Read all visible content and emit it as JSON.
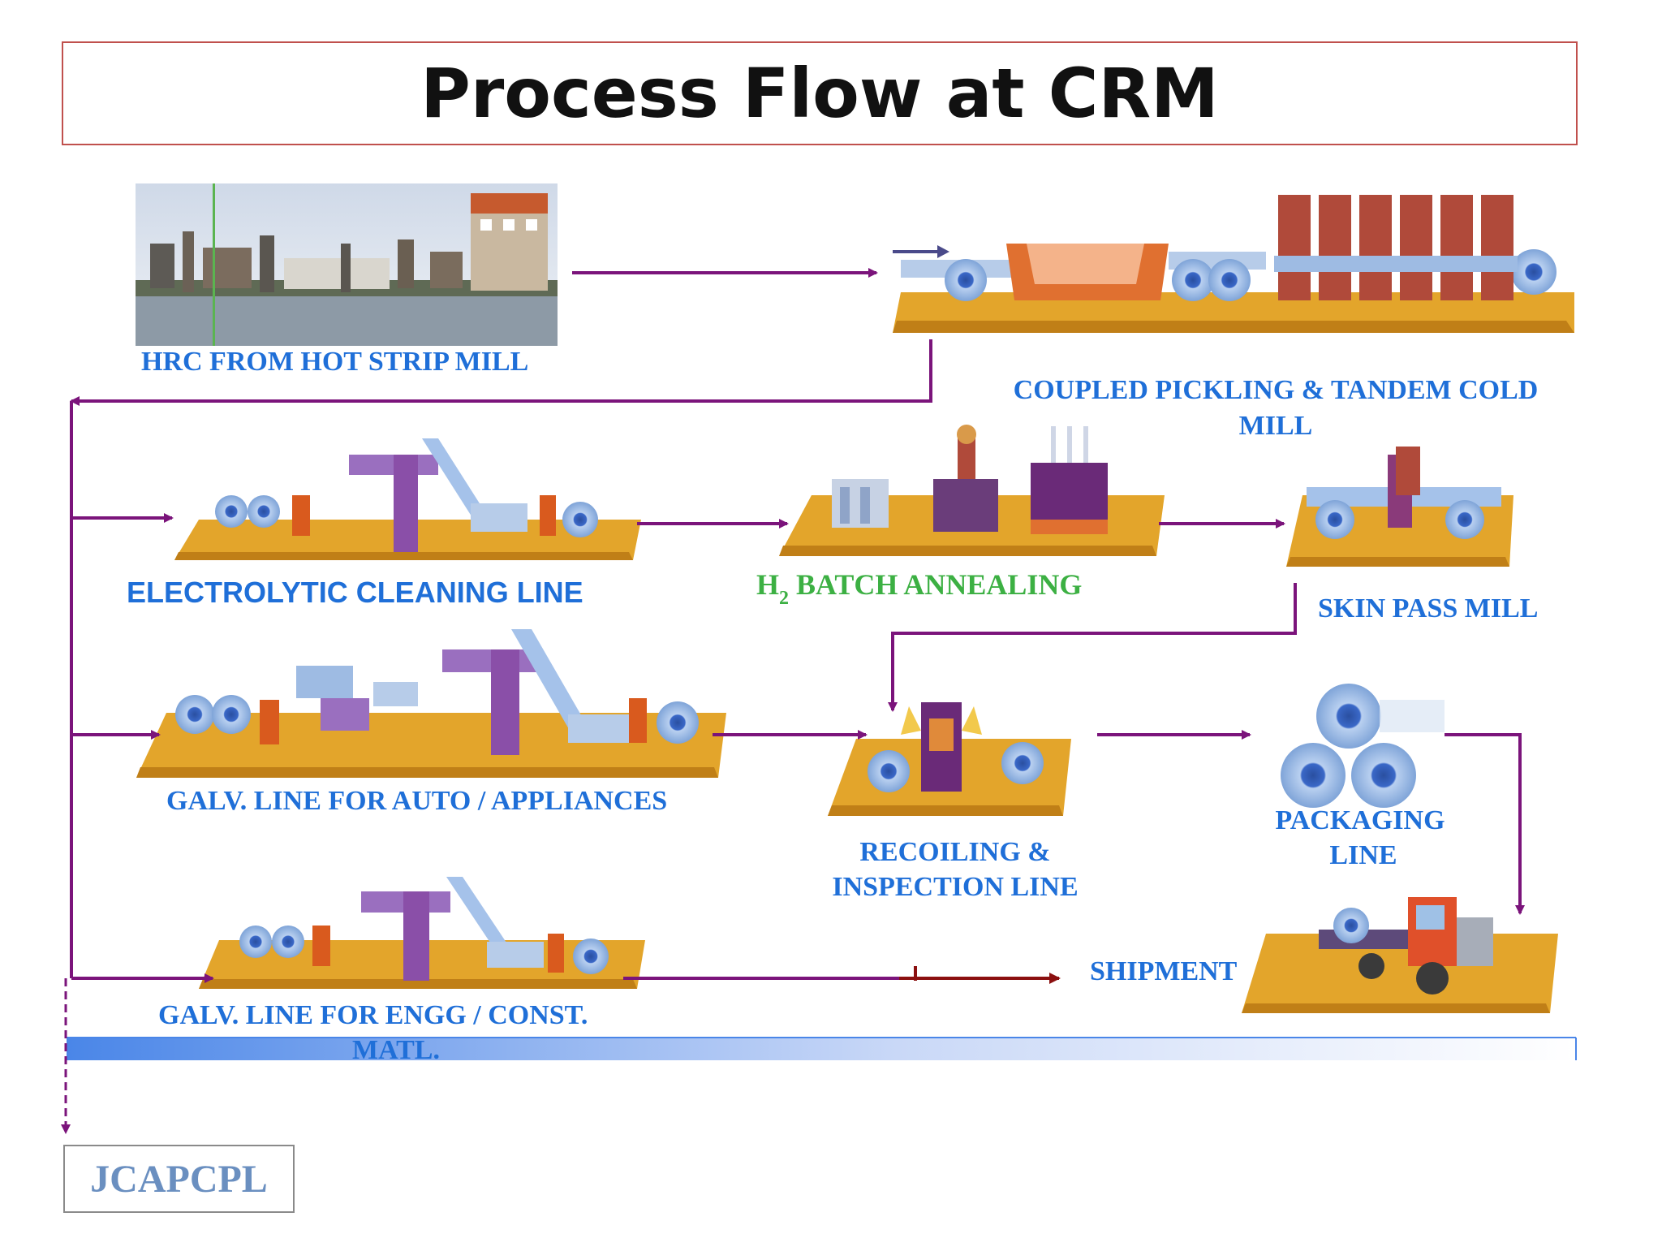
{
  "title": "Process Flow at CRM",
  "footer": "JCAPCPL",
  "stages": {
    "hrc": "HRC FROM HOT STRIP MILL",
    "pickling_line1": "COUPLED PICKLING & TANDEM COLD",
    "pickling_line2": "MILL",
    "ecl": "ELECTROLYTIC CLEANING LINE",
    "annealing_h": "H",
    "annealing_sub": "2",
    "annealing_rest": " BATCH ANNEALING",
    "skin_pass": "SKIN PASS MILL",
    "galv_auto": "GALV. LINE FOR AUTO / APPLIANCES",
    "recoil_line1": "RECOILING &",
    "recoil_line2": "INSPECTION LINE",
    "packaging_line1": "PACKAGING",
    "packaging_line2": "LINE",
    "galv_engg_line1": "GALV. LINE FOR ENGG / CONST.",
    "galv_engg_line2": "MATL.",
    "shipment": "SHIPMENT"
  },
  "colors": {
    "arrow": "#7b147b",
    "arrow_dark": "#8b1010",
    "label": "#1f6fd8",
    "label_green": "#3cb043",
    "platform": "#e3a52b",
    "roll": "#8fb7e6"
  }
}
